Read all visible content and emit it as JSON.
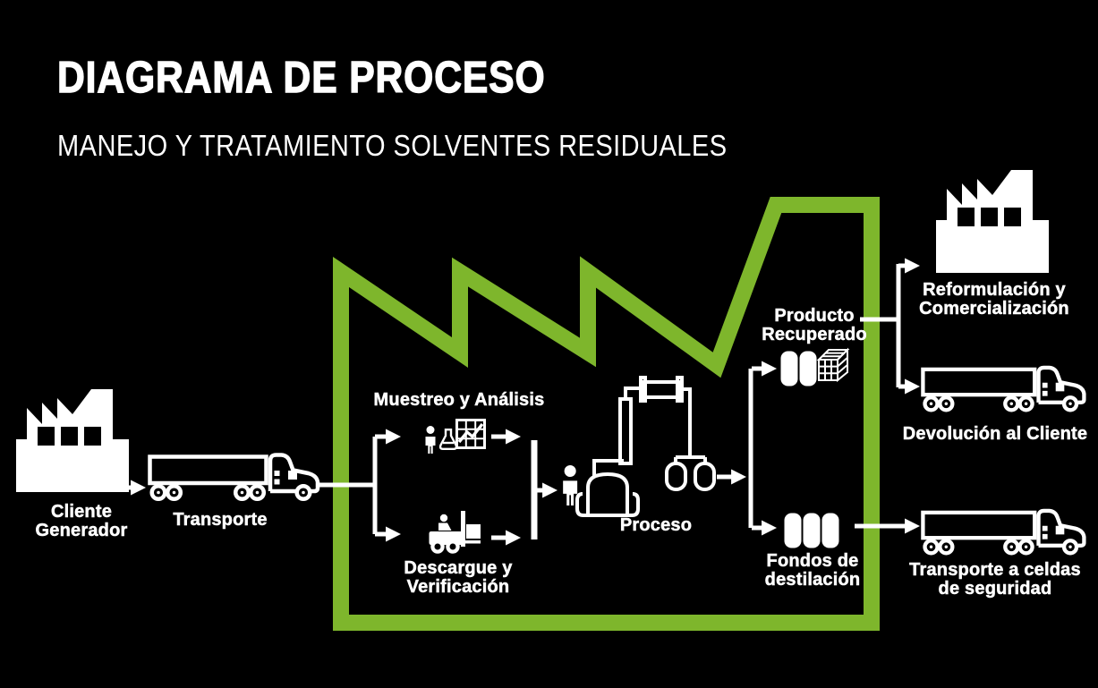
{
  "header": {
    "title": "DIAGRAMA DE PROCESO",
    "subtitle": "MANEJO Y TRATAMIENTO SOLVENTES RESIDUALES"
  },
  "colors": {
    "background": "#000000",
    "accent_green": "#7eb62c",
    "line_white": "#ffffff"
  },
  "nodes": {
    "cliente_generador": {
      "lines": [
        "Cliente",
        "Generador"
      ],
      "icon": "factory-icon"
    },
    "transporte": {
      "lines": [
        "Transporte"
      ],
      "icon": "truck-icon"
    },
    "muestreo_analisis": {
      "lines": [
        "Muestreo y Análisis"
      ],
      "icons": [
        "person-icon",
        "flask-icon",
        "analysis-chart-icon"
      ]
    },
    "descargue_verificacion": {
      "lines": [
        "Descargue y",
        "Verificación"
      ],
      "icon": "forklift-icon"
    },
    "proceso": {
      "lines": [
        "Proceso"
      ],
      "icon": "distillation-equipment-icon"
    },
    "producto_recuperado": {
      "lines": [
        "Producto",
        "Recuperado"
      ],
      "icons": [
        "drum-icon",
        "tote-cube-icon"
      ]
    },
    "fondos_destilacion": {
      "lines": [
        "Fondos de",
        "destilación"
      ],
      "icon": "drum-icon"
    },
    "reformulacion_comercializacion": {
      "lines": [
        "Reformulación y",
        "Comercialización"
      ],
      "icon": "factory-icon"
    },
    "devolucion_cliente": {
      "lines": [
        "Devolución al Cliente"
      ],
      "icon": "truck-icon"
    },
    "transporte_celdas": {
      "lines": [
        "Transporte a celdas",
        "de seguridad"
      ],
      "icon": "truck-icon"
    }
  }
}
